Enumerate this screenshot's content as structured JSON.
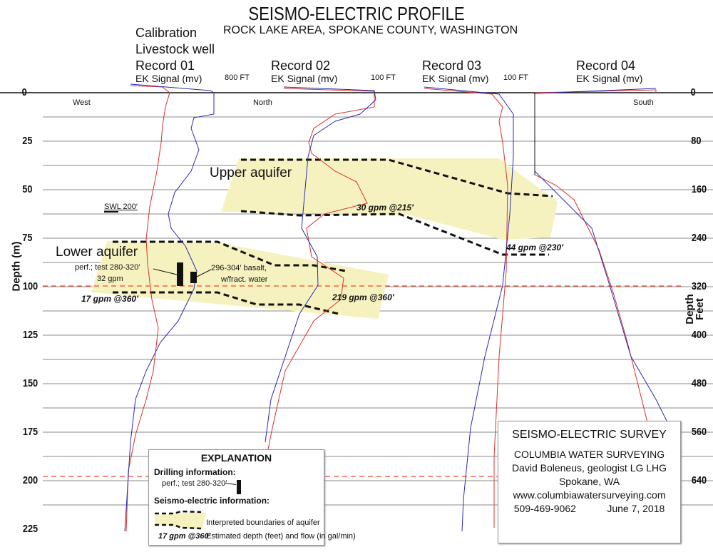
{
  "title": "SEISMO-ELECTRIC PROFILE",
  "subtitle": "ROCK LAKE AREA, SPOKANE COUNTY, WASHINGTON",
  "calibration": [
    "Calibration",
    "Livestock well"
  ],
  "records": [
    {
      "name": "Record 01",
      "signal": "EK Signal (mv)",
      "distance": "800 FT"
    },
    {
      "name": "Record 02",
      "signal": "EK Signal (mv)",
      "distance": "100 FT"
    },
    {
      "name": "Record 03",
      "signal": "EK Signal (mv)",
      "distance": "100 FT"
    },
    {
      "name": "Record 04",
      "signal": "EK Signal (mv)"
    }
  ],
  "directions": {
    "west": "West",
    "north": "North",
    "south": "South"
  },
  "left_axis": {
    "label": "Depth (m)",
    "ticks": [
      "0",
      "25",
      "50",
      "75",
      "100",
      "125",
      "150",
      "175",
      "200",
      "225"
    ]
  },
  "right_axis": {
    "label_1": "Depth",
    "label_2": "Feet",
    "ticks": [
      "0",
      "80",
      "160",
      "240",
      "320",
      "400",
      "480",
      "560",
      "640"
    ]
  },
  "annotations": {
    "swl": "SWL 200′",
    "upper": "Upper aquifer",
    "lower": "Lower aquifer",
    "perf_1": "perf.; test 280-320′",
    "perf_2": "32 gpm",
    "basalt_1": "296-304′ basalt,",
    "basalt_2": "w/fract. water",
    "flow_1": "17 gpm @360′",
    "flow_2": "219 gpm @360′",
    "flow_3": "30 gpm @215′",
    "flow_4": "44 gpm @230′"
  },
  "explanation": {
    "title": "EXPLANATION",
    "drilling": "Drilling information:",
    "perf": "perf.; test 280-320′",
    "seismo": "Seismo-electric information:",
    "boundaries": "Interpreted boundaries of aquifer",
    "flow_sample": "17 gpm @360′",
    "flow_desc": "Estimated depth (feet) and flow (in gal/min)"
  },
  "survey": {
    "title": "SEISMO-ELECTRIC SURVEY",
    "company": "COLUMBIA WATER SURVEYING",
    "person": "David Boleneus, geologist LG LHG",
    "city": "Spokane, WA",
    "web": "www.columbiawatersurveying.com",
    "phone": "509-469-9062",
    "date": "June 7, 2018"
  },
  "colors": {
    "red": "#e0302a",
    "blue": "#2a2ab0",
    "aquifer": "#f6f2c0",
    "dash": "#f04a2a"
  }
}
